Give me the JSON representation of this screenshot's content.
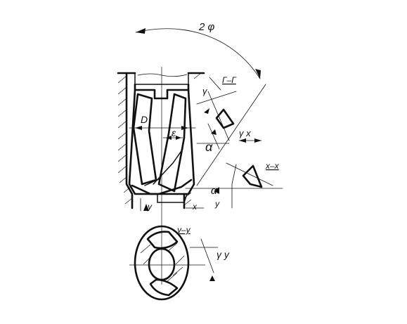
{
  "labels": {
    "angle_2phi": "2 φ",
    "section_gg": "Г–Г",
    "diameter": "D",
    "epsilon": "ε",
    "alpha_main": "α",
    "gamma_gg": "γ",
    "gamma_xx": "γ x",
    "section_xx": "x–x",
    "alpha_x": "α",
    "x_marker": "x",
    "y_left": "y",
    "y_right": "y",
    "gamma_y": "γ y",
    "section_yy": "y–y"
  }
}
